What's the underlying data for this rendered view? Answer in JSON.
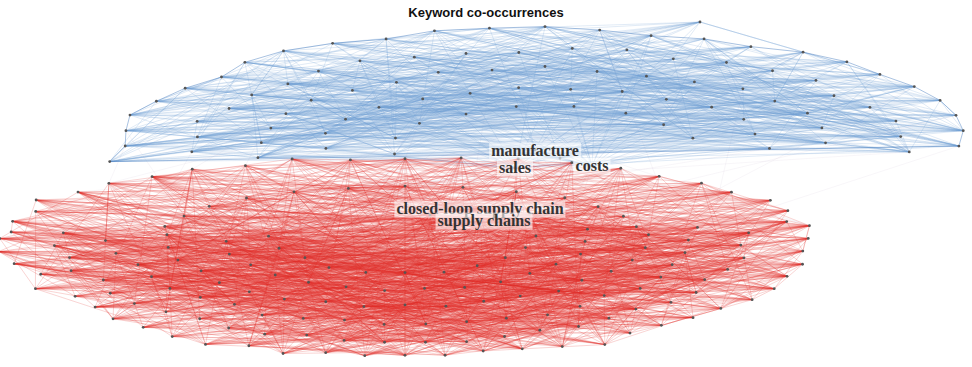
{
  "diagram": {
    "title": "Keyword co-occurrences",
    "labels": [
      "manufacture",
      "sales",
      "costs",
      "closed-loop supply chain",
      "supply chains"
    ]
  }
}
